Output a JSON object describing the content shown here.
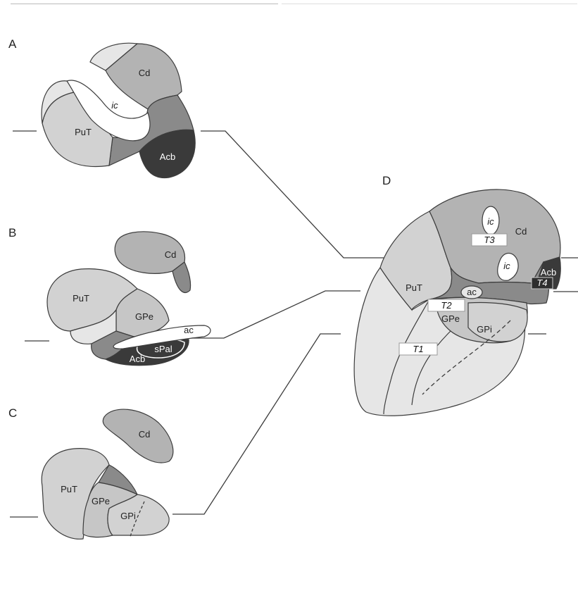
{
  "panels": {
    "a": {
      "letter": "A",
      "labels": {
        "cd": "Cd",
        "ic": "ic",
        "put": "PuT",
        "acb": "Acb"
      }
    },
    "b": {
      "letter": "B",
      "labels": {
        "cd": "Cd",
        "put": "PuT",
        "gpe": "GPe",
        "ac": "ac",
        "spal": "sPal",
        "acb": "Acb"
      }
    },
    "c": {
      "letter": "C",
      "labels": {
        "cd": "Cd",
        "put": "PuT",
        "gpe": "GPe",
        "gpi": "GPi"
      }
    },
    "d": {
      "letter": "D",
      "labels": {
        "ic_top": "ic",
        "cd": "Cd",
        "ic_mid": "ic",
        "acb": "Acb",
        "put": "PuT",
        "ac": "ac",
        "gpe": "GPe",
        "gpi": "GPi"
      },
      "tags": {
        "t1": "T1",
        "t2": "T2",
        "t3": "T3",
        "t4": "T4"
      }
    }
  },
  "colors": {
    "cd": "#b3b3b3",
    "put": "#d2d2d2",
    "light": "#e6e6e6",
    "acb": "#3a3a3a",
    "mid_dark": "#8a8a8a",
    "gp": "#c6c6c6",
    "stroke": "#3c3c3c"
  }
}
